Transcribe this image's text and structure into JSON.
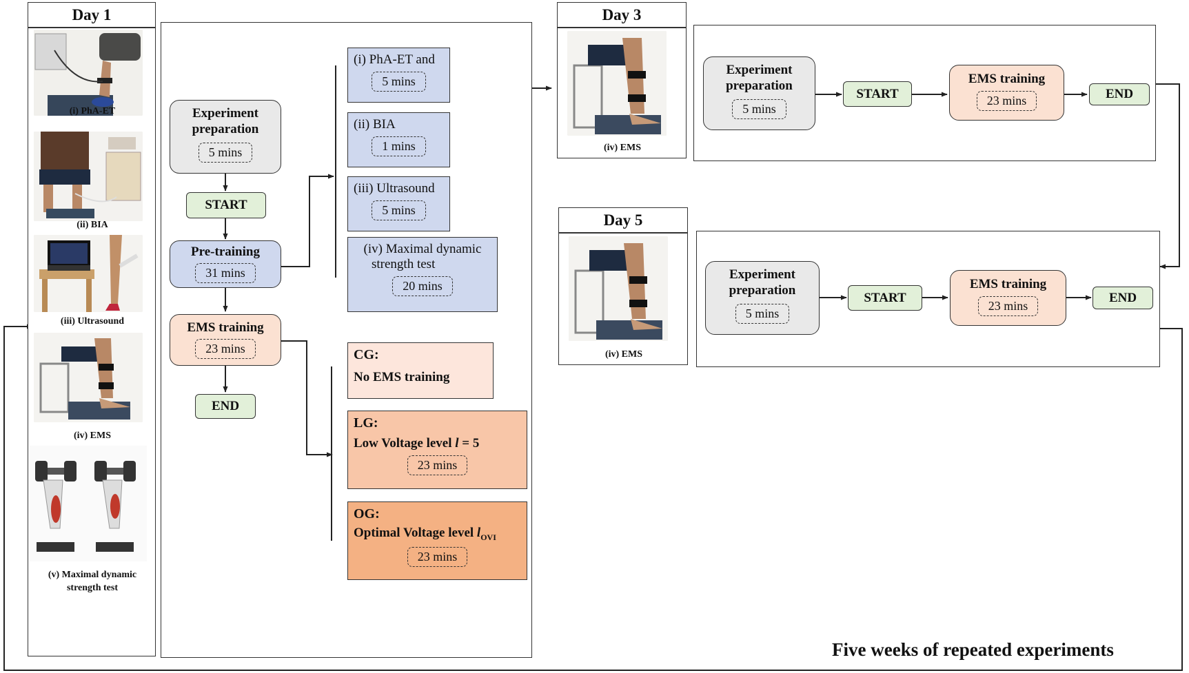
{
  "day1": {
    "title": "Day 1",
    "captions": {
      "phaet": "(i) PhA-ET",
      "bia": "(ii) BIA",
      "ultrasound": "(iii) Ultrasound",
      "ems": "(iv) EMS",
      "strength_line1": "(v) Maximal dynamic",
      "strength_line2": "strength  test"
    }
  },
  "day1_flow": {
    "prep_line1": "Experiment",
    "prep_line2": "preparation",
    "prep_time": "5 mins",
    "start": "START",
    "pretraining": "Pre-training",
    "pretraining_time": "31 mins",
    "ems_training": "EMS training",
    "ems_time": "23 mins",
    "end": "END"
  },
  "pretests": [
    {
      "label": "(i) PhA-ET and",
      "time": "5 mins"
    },
    {
      "label": "(ii) BIA",
      "time": "1 mins"
    },
    {
      "label": "(iii) Ultrasound",
      "time": "5 mins"
    },
    {
      "label_line1": "(iv) Maximal dynamic",
      "label_line2": "strength  test",
      "time": "20 mins"
    }
  ],
  "groups": {
    "cg": {
      "code": "CG:",
      "desc": "No EMS training"
    },
    "lg": {
      "code": "LG:",
      "desc_prefix": "Low Voltage level ",
      "var": "l",
      "desc_suffix": " = 5",
      "time": "23 mins"
    },
    "og": {
      "code": "OG:",
      "desc_prefix": "Optimal Voltage level ",
      "var": "l",
      "sub": "OVI",
      "time": "23 mins"
    }
  },
  "day3": {
    "title": "Day 3",
    "caption": "(iv) EMS",
    "prep_line1": "Experiment",
    "prep_line2": "preparation",
    "prep_time": "5 mins",
    "start": "START",
    "ems_training": "EMS training",
    "ems_time": "23 mins",
    "end": "END"
  },
  "day5": {
    "title": "Day 5",
    "caption": "(iv) EMS",
    "prep_line1": "Experiment",
    "prep_line2": "preparation",
    "prep_time": "5 mins",
    "start": "START",
    "ems_training": "EMS training",
    "ems_time": "23 mins",
    "end": "END"
  },
  "footer": "Five weeks of repeated experiments"
}
